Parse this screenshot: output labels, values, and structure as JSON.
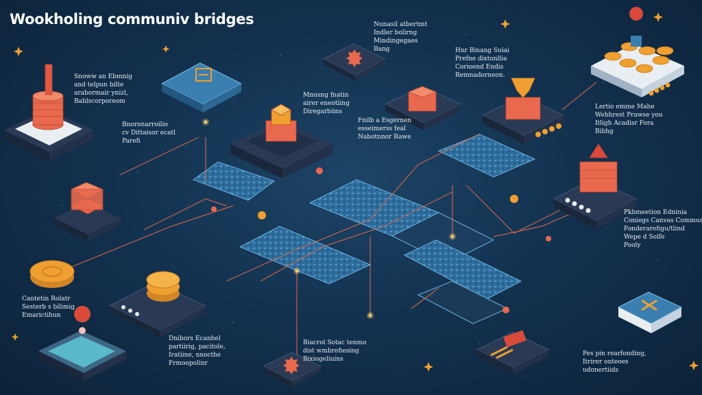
{
  "title": "Wookholing communiv bridges",
  "labels": {
    "a": [
      "Snoww an Ebmnig",
      "and telpun bilte",
      "arabormair ynizl,",
      "Bahlscorporeom"
    ],
    "b": [
      "Bnoronarroilio",
      "cv Dittaisor ecatl",
      "Parefi"
    ],
    "c": [
      "Cantetin Rolatr",
      "Sesterb s bilimig",
      "Emarictihun"
    ],
    "d": [
      "Dnibors Ecanhel",
      "partiirig, pacitole,",
      "Iratiine, nnocthe",
      "Frmoopolinr"
    ],
    "e": [
      "Nunasil atbertmt",
      "Indler bolirng",
      "Mindingegaes",
      "Bang"
    ],
    "f": [
      "Mnusng fnatin",
      "airer eneotiing",
      "Diregarbiins"
    ],
    "g": [
      "Fnilb a Esgernen",
      "esseimerss feal",
      "Nabotnnor Rawe"
    ],
    "h": [
      "Hnr Binang Suiai",
      "Prefne dixtonllia",
      "Corioend Endis",
      "Remnadorneon."
    ],
    "i": [
      "Lertio emme Mahe",
      "Webhrest Prawse you",
      "Itligh Acadisr Fora",
      "Bibhg"
    ],
    "j": [
      "Pkbmeetion Edninia",
      "Coniegs Canvas Commus",
      "Fonderarefigu/tlind",
      "Wepe d Solfe",
      "Pooly"
    ],
    "k": [
      "Biacrol Sotac tenmo",
      "dist wmbrefiesing",
      "Bixiogeliuins"
    ],
    "l": [
      "Pes pin rearfonding,",
      "Itrirer onteoes",
      "udonertiids"
    ]
  },
  "icons": [
    "marker-pin-icon",
    "coin-icon",
    "chip-icon",
    "cube-stack-icon",
    "gear-icon",
    "pencil-icon",
    "cross-icon",
    "star-icon"
  ],
  "colors": {
    "background": "#133250",
    "platform": "#2a3a55",
    "platform_top": "#1f2f47",
    "accent_orange": "#f0a030",
    "accent_coral": "#e8694d",
    "accent_red": "#d94a3b",
    "circuit": "#3a7fb0",
    "line": "#e66a4c"
  }
}
